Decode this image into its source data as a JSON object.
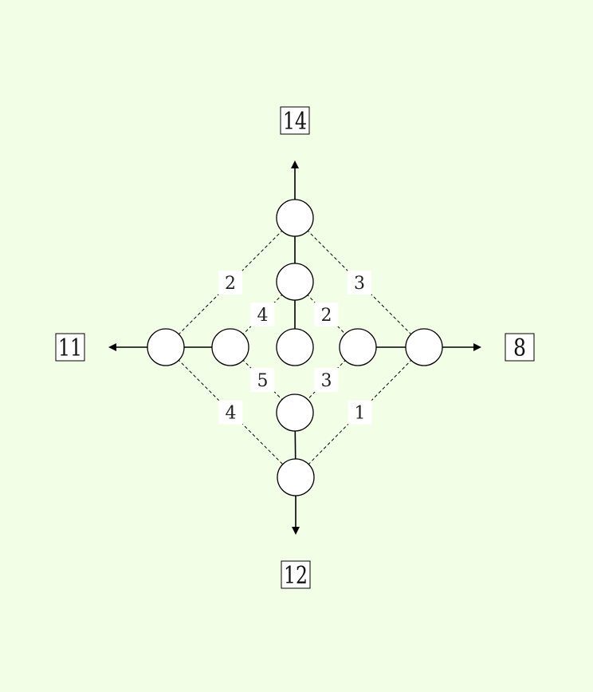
{
  "colors": {
    "background": "#f2ffe6",
    "node_fill": "#ffffff",
    "stroke": "#000000"
  },
  "nodes": [
    "top",
    "upper",
    "center",
    "left_outer",
    "left_inner",
    "right_inner",
    "right_outer",
    "lower",
    "bottom"
  ],
  "solid_edges": [
    [
      "top",
      "upper"
    ],
    [
      "upper",
      "center"
    ],
    [
      "left_outer",
      "left_inner"
    ],
    [
      "right_inner",
      "right_outer"
    ],
    [
      "lower",
      "bottom"
    ]
  ],
  "weighted_edges": [
    {
      "from": "top",
      "to": "left_outer",
      "weight": "2"
    },
    {
      "from": "top",
      "to": "right_outer",
      "weight": "3"
    },
    {
      "from": "upper",
      "to": "left_inner",
      "weight": "4"
    },
    {
      "from": "upper",
      "to": "right_inner",
      "weight": "2"
    },
    {
      "from": "left_inner",
      "to": "lower",
      "weight": "5"
    },
    {
      "from": "right_inner",
      "to": "lower",
      "weight": "3"
    },
    {
      "from": "left_outer",
      "to": "bottom",
      "weight": "4"
    },
    {
      "from": "right_outer",
      "to": "bottom",
      "weight": "1"
    }
  ],
  "outputs": [
    {
      "node": "top",
      "direction": "up",
      "value": "14"
    },
    {
      "node": "left_outer",
      "direction": "left",
      "value": "11"
    },
    {
      "node": "right_outer",
      "direction": "right",
      "value": "8"
    },
    {
      "node": "bottom",
      "direction": "down",
      "value": "12"
    }
  ]
}
